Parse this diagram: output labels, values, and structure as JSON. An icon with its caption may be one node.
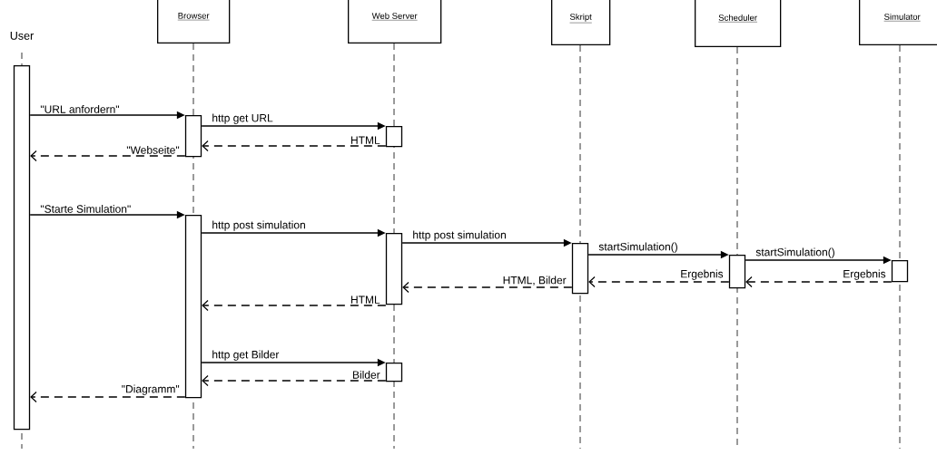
{
  "diagram": {
    "nodes": [
      {
        "text": [
          "User"
        ]
      },
      {
        "text": [
          "Browser"
        ]
      },
      {
        "text": [
          "Web Server"
        ]
      },
      {
        "text": [
          "Skript"
        ]
      },
      {
        "text": [
          "Scheduler"
        ]
      },
      {
        "text": [
          "Simulator"
        ]
      },
      {
        "text": [],
        "shape": "bar"
      },
      {
        "text": [],
        "shape": "bar"
      },
      {
        "text": [],
        "shape": "bar"
      },
      {
        "text": [],
        "shape": "bar"
      },
      {
        "text": [],
        "shape": "bar"
      },
      {
        "text": [],
        "shape": "bar"
      },
      {
        "text": [],
        "shape": "bar"
      },
      {
        "text": [],
        "shape": "bar"
      },
      {
        "text": [],
        "shape": "bar"
      }
    ],
    "edges": [
      {
        "from": 6,
        "to": 7,
        "arrow": "to",
        "label": "\"URL anfordern\""
      },
      {
        "from": 7,
        "to": 8,
        "arrow": "to",
        "label": "http get URL"
      },
      {
        "from": 8,
        "to": 7,
        "arrow": "to",
        "label": "HTML",
        "style": "dashed"
      },
      {
        "from": 7,
        "to": 6,
        "arrow": "to",
        "label": "\"Webseite\"",
        "style": "dashed"
      },
      {
        "from": 6,
        "to": 9,
        "arrow": "to",
        "label": "\"Starte Simulation\""
      },
      {
        "from": 9,
        "to": 10,
        "arrow": "to",
        "label": "http post simulation"
      },
      {
        "from": 10,
        "to": 11,
        "arrow": "to",
        "label": "http post simulation"
      },
      {
        "from": 11,
        "to": 12,
        "arrow": "to",
        "label": "startSimulation()"
      },
      {
        "from": 12,
        "to": 13,
        "arrow": "to",
        "label": "startSimulation()"
      },
      {
        "from": 13,
        "to": 12,
        "arrow": "to",
        "label": "Ergebnis",
        "style": "dashed"
      },
      {
        "from": 12,
        "to": 11,
        "arrow": "to",
        "label": "Ergebnis",
        "style": "dashed"
      },
      {
        "from": 11,
        "to": 10,
        "arrow": "to",
        "label": "HTML, Bilder",
        "style": "dashed"
      },
      {
        "from": 10,
        "to": 9,
        "arrow": "to",
        "label": "HTML",
        "style": "dashed"
      },
      {
        "from": 9,
        "to": 14,
        "arrow": "to",
        "label": "http get Bilder"
      },
      {
        "from": 14,
        "to": 9,
        "arrow": "to",
        "label": "Bilder",
        "style": "dashed"
      },
      {
        "from": 9,
        "to": 6,
        "arrow": "to",
        "label": "\"Diagramm\"",
        "style": "dashed"
      }
    ]
  }
}
